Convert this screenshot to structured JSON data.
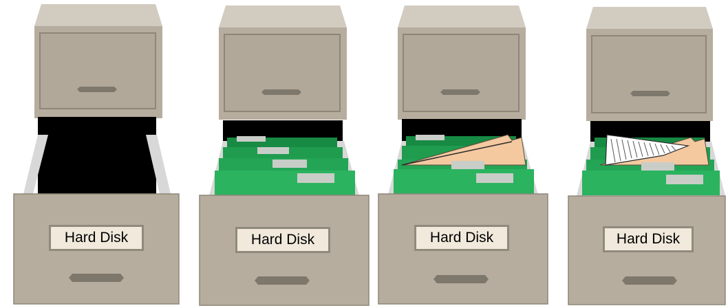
{
  "colors": {
    "cabinet_body": "#b6ad9f",
    "cabinet_top": "#d2cbc0",
    "cabinet_edge": "#8d8679",
    "handle": "#7e776b",
    "label_bg": "#f0e9dc",
    "drawer_interior": "#000000",
    "folder_green": "#1f9c4e",
    "folder_green_light": "#2bb35f",
    "folder_tab": "#c9cdc8",
    "manila_folder": "#f4c9a0",
    "paper": "#ffffff"
  },
  "cabinets": [
    {
      "label": "Hard Disk",
      "contents": "empty"
    },
    {
      "label": "Hard Disk",
      "contents": "hanging-folders"
    },
    {
      "label": "Hard Disk",
      "contents": "folders-with-manila-folder"
    },
    {
      "label": "Hard Disk",
      "contents": "folders-with-manila-folder-and-document"
    }
  ]
}
